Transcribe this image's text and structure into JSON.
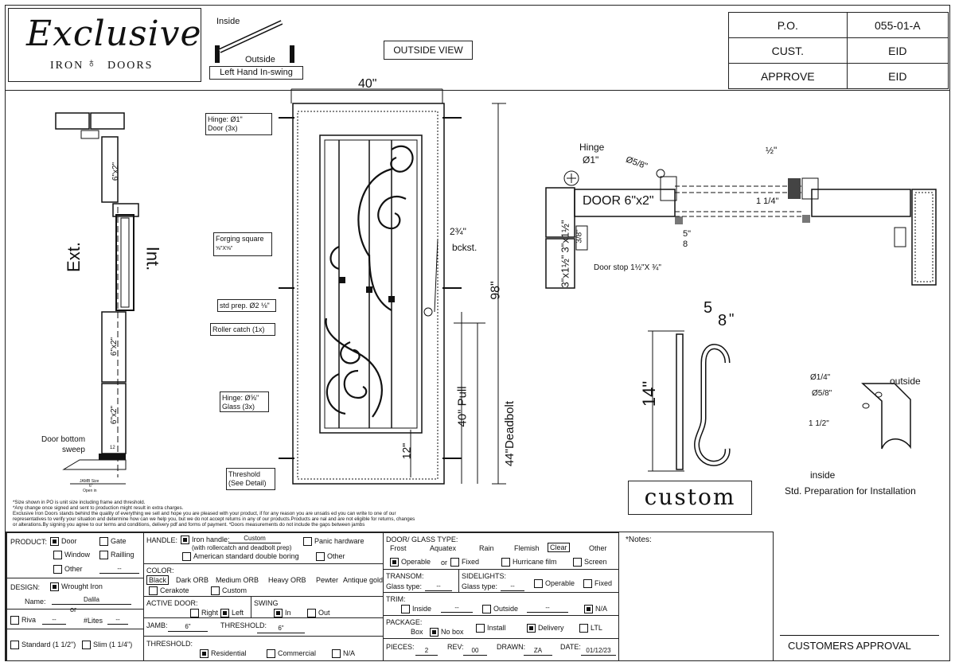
{
  "brand": {
    "line1": "Exclusive",
    "line2": "IRON",
    "line3": "DOORS"
  },
  "header_table": [
    {
      "label": "P.O.",
      "value": "055-01-A"
    },
    {
      "label": "CUST.",
      "value": "EID"
    },
    {
      "label": "APPROVE",
      "value": "EID"
    }
  ],
  "swing": {
    "inside": "Inside",
    "outside": "Outside",
    "caption": "Left Hand In-swing"
  },
  "view_label": "OUTSIDE VIEW",
  "section": {
    "ext": "Ext.",
    "int": "Int.",
    "frame1": "6\"x2\"",
    "frame2": "6\"x2\"",
    "frame3": "6\"x2\"",
    "door_bottom": "Door bottom",
    "sweep": "sweep",
    "dim12": "12",
    "jamb_size": "JAMB Size",
    "jamb_6": "6\"",
    "open_in": "Open in"
  },
  "elevation": {
    "width": "40\"",
    "height": "98\"",
    "hinge_door": "Hinge: Ø1\"\nDoor (3x)",
    "forging": "Forging square",
    "forging_size": "⅝\"X⅝\"",
    "std_prep": "std prep. Ø2 ⅛\"",
    "roller": "Roller catch  (1x)",
    "hinge_glass": "Hinge: Ø⅝\"\nGlass (3x)",
    "threshold": "Threshold\n(See Detail)",
    "bckst_num": "2¾\"",
    "bckst": "bckst.",
    "pull": "40\" Pull",
    "deadbolt": "44\"Deadbolt",
    "dim12": "12\""
  },
  "plan": {
    "hinge": "Hinge",
    "hinge_d": "Ø1\"",
    "d58": "Ø5/8\"",
    "half": "½\"",
    "door": "DOOR 6\"x2\"",
    "jamb1": "3\"x1½\"",
    "jamb2": "3\"x1½\"",
    "d114": "1 1/4\"",
    "d38": "3/8\"",
    "d58b": "5\"",
    "d58c": "8",
    "doorstop": "Door stop  1½\"X ¾\""
  },
  "scroll": {
    "width_num": "5",
    "width_den": "8",
    "width_unit": "\"",
    "height": "14\""
  },
  "custom": "custom",
  "prep": {
    "d14": "Ø1/4\"",
    "d58": "Ø5/8\"",
    "d112": "1 1/2\"",
    "outside": "outside",
    "inside": "inside",
    "caption": "Std. Preparation for Installation"
  },
  "notes": [
    "*Size shown in PO is unit size including frame and threshold.",
    "*Any change once signed and sent to production might result in extra charges.",
    "Exclusive Iron Doors stands behind the quality of everything we sell and hope you are pleased with your product, if for any reason you are unsatis    ed you can write to one of our",
    "representatives to verify your situation and determine how can we help you, but we do not accept returns in any of our products.Products are    nal and are not eligible for returns, changes",
    "or alterations.By signing you agree to our terms and conditions, delivery pdf and forms of payment. *Doors measurements do not include the gaps between jambs"
  ],
  "form": {
    "product_label": "PRODUCT:",
    "door": "Door",
    "gate": "Gate",
    "window": "Window",
    "railling": "Railling",
    "other": "Other",
    "other_val": "--",
    "design_label": "DESIGN:",
    "wrought": "Wrought Iron",
    "name_label": "Name:",
    "name_val": "Dalila",
    "or": "or",
    "riva": "Riva",
    "riva_val": "--",
    "lites_label": "#Lites",
    "lites_val": "--",
    "standard": "Standard (1 1/2\")",
    "slim": "Slim (1 1/4\")",
    "handle_label": "HANDLE:",
    "iron_handle": "Iron handle:",
    "iron_val": "Custom",
    "handle_sub": "(with rollercatch and deadbolt prep)",
    "american": "American standard double boring",
    "panic": "Panic hardware",
    "h_other": "Other",
    "color_label": "COLOR:",
    "colors": [
      "Black",
      "Dark ORB",
      "Medium ORB",
      "Heavy ORB",
      "Pewter",
      "Antique gold"
    ],
    "cerakote": "Cerakote",
    "custom_c": "Custom",
    "active_label": "ACTIVE DOOR:",
    "right": "Right",
    "left": "Left",
    "swing_label": "SWING",
    "in": "In",
    "out": "Out",
    "jamb_label": "JAMB:",
    "jamb_val": "6\"",
    "threshold_label": "THRESHOLD:",
    "threshold_val": "6\"",
    "thr2_label": "THRESHOLD:",
    "residential": "Residential",
    "commercial": "Commercial",
    "na": "N/A",
    "glass_label": "DOOR/ GLASS TYPE:",
    "glass_types": [
      "Frost",
      "Aquatex",
      "Rain",
      "Flemish",
      "Clear",
      "Other"
    ],
    "operable": "Operable",
    "or2": "or",
    "fixed": "Fixed",
    "hurricane": "Hurricane film",
    "screen": "Screen",
    "transom_label": "TRANSOM:",
    "transom_glass": "Glass type:",
    "transom_val": "--",
    "side_label": "SIDELIGHTS:",
    "side_glass": "Glass type:",
    "side_val": "--",
    "side_operable": "Operable",
    "side_fixed": "Fixed",
    "trim_label": "TRIM:",
    "inside": "Inside",
    "inside_val": "--",
    "outside": "Outside",
    "outside_val": "--",
    "trim_na": "N/A",
    "package_label": "PACKAGE:",
    "box": "Box",
    "nobox": "No box",
    "install": "Install",
    "delivery": "Delivery",
    "ltl": "LTL",
    "pieces_label": "PIECES:",
    "pieces_val": "2",
    "rev_label": "REV:",
    "rev_val": "00",
    "drawn_label": "DRAWN:",
    "drawn_val": "ZA",
    "date_label": "DATE:",
    "date_val": "01/12/23",
    "notes_label": "*Notes:"
  },
  "customers_approval": "CUSTOMERS APPROVAL"
}
